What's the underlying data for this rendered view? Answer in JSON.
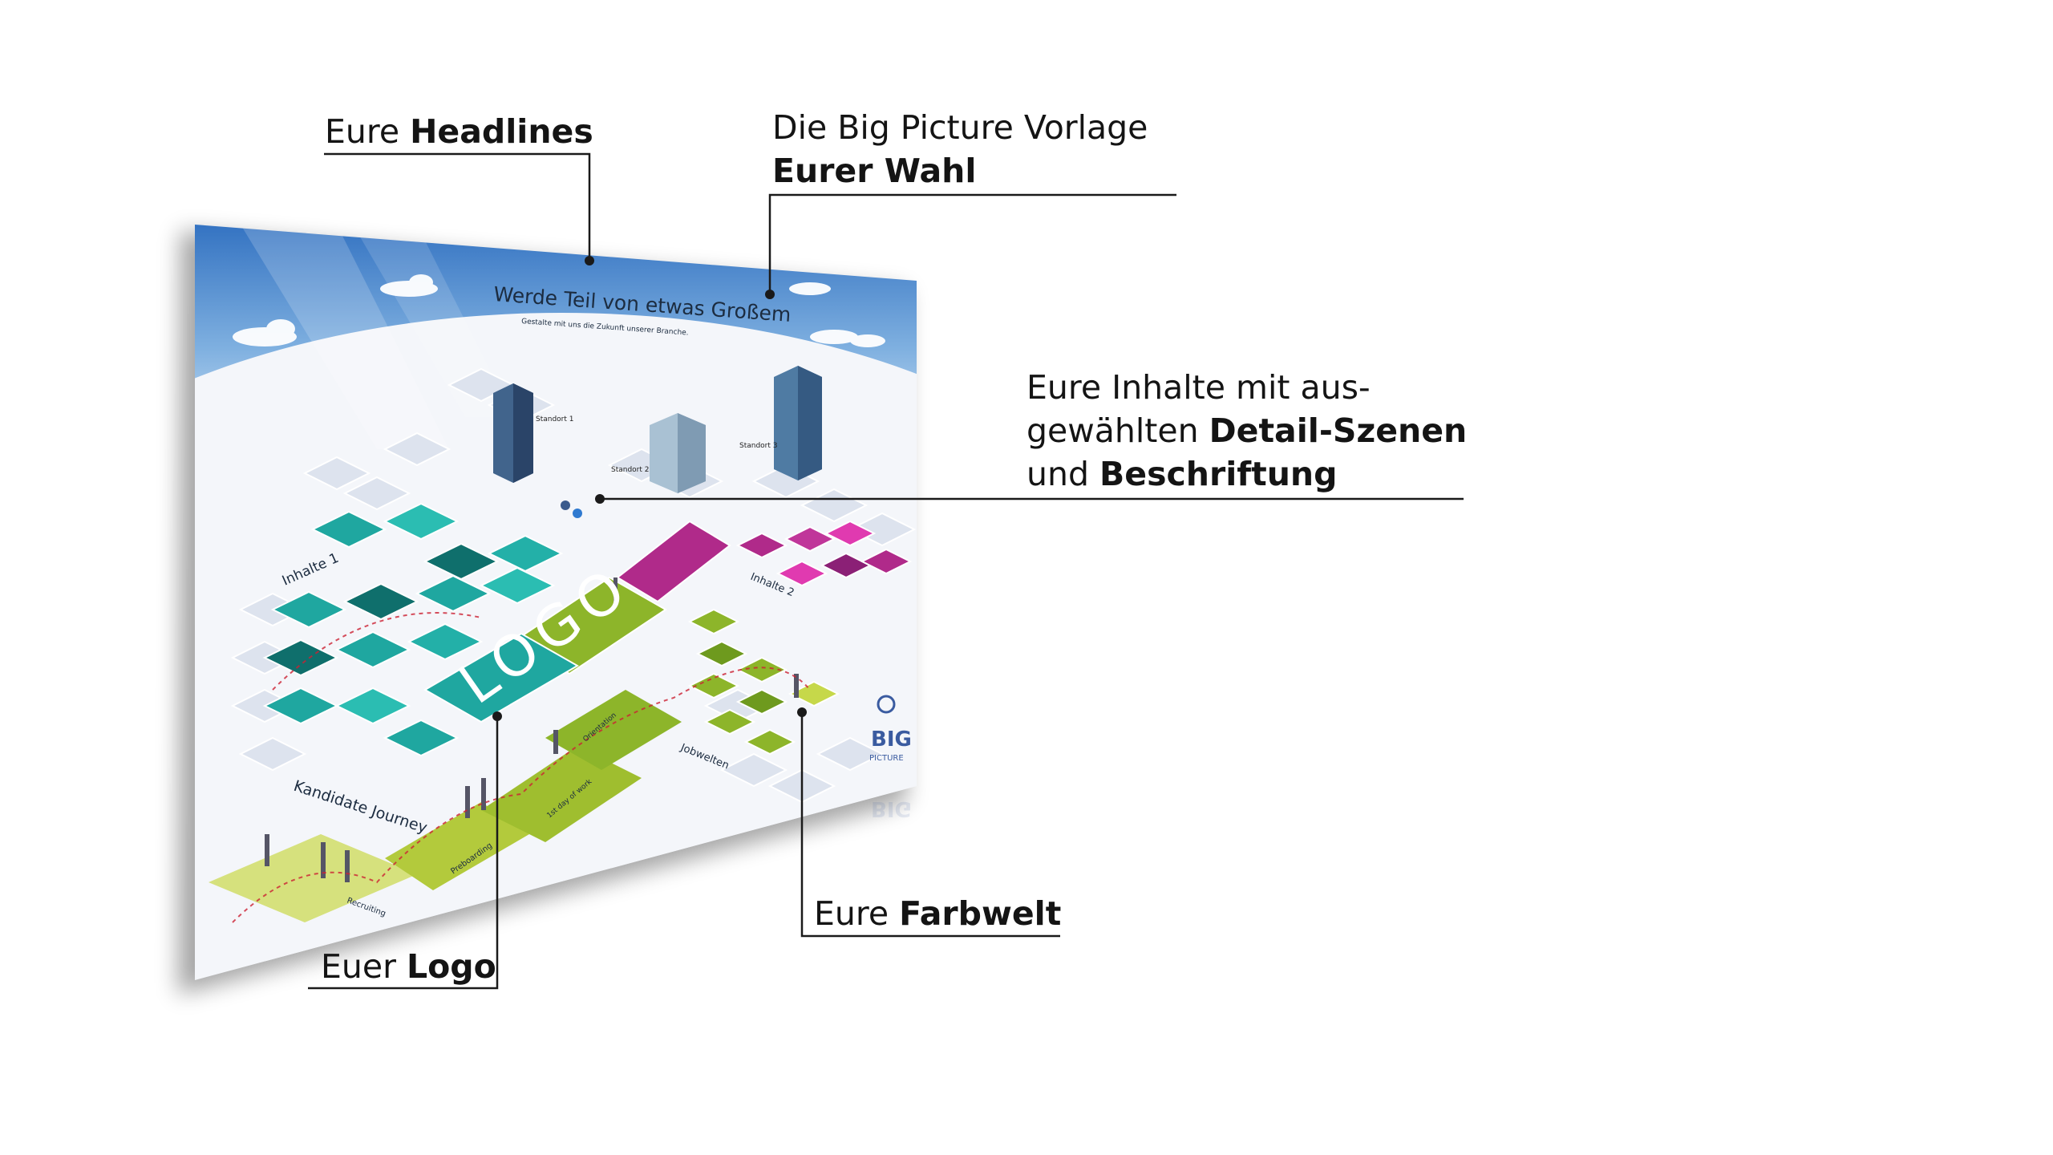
{
  "callouts": {
    "headlines": {
      "normal": "Eure ",
      "bold": "Headlines"
    },
    "vorlage": {
      "line1": "Die Big Picture Vorlage",
      "line2_bold": "Eurer Wahl"
    },
    "inhalte": {
      "line1": "Eure Inhalte mit aus-",
      "line2_normal": "gewählten ",
      "line2_bold": "Detail-Szenen",
      "line3_normal": "und ",
      "line3_bold": "Beschriftung"
    },
    "farbwelt": {
      "normal": "Eure ",
      "bold": "Farbwelt"
    },
    "logo": {
      "normal": "Euer ",
      "bold": "Logo"
    }
  },
  "poster": {
    "title": "Werde Teil von etwas Großem",
    "subtitle": "Gestalte mit uns die Zukunft unserer Branche.",
    "labels": {
      "standort1": "Standort 1",
      "standort2": "Standort 2",
      "standort3": "Standort 3",
      "inhalte1": "Inhalte 1",
      "inhalte2": "Inhalte 2",
      "logo": "LOGO",
      "jobwelten": "Jobwelten",
      "journey": "Kandidate Journey",
      "recruiting": "Recruiting",
      "preboarding": "Preboarding",
      "first_day": "1st day of work",
      "orientation": "Orientation"
    },
    "brand": {
      "line1": "BIG",
      "line2": "PICTURE"
    }
  },
  "colors": {
    "teal": "#1fa7a0",
    "teal_dark": "#0f6f6c",
    "magenta": "#b02a8a",
    "pink": "#e03ab0",
    "green": "#8db52a",
    "green_light": "#c6d84a",
    "sky_top": "#2f6fc0",
    "leader_line": "#1a1a1a"
  }
}
